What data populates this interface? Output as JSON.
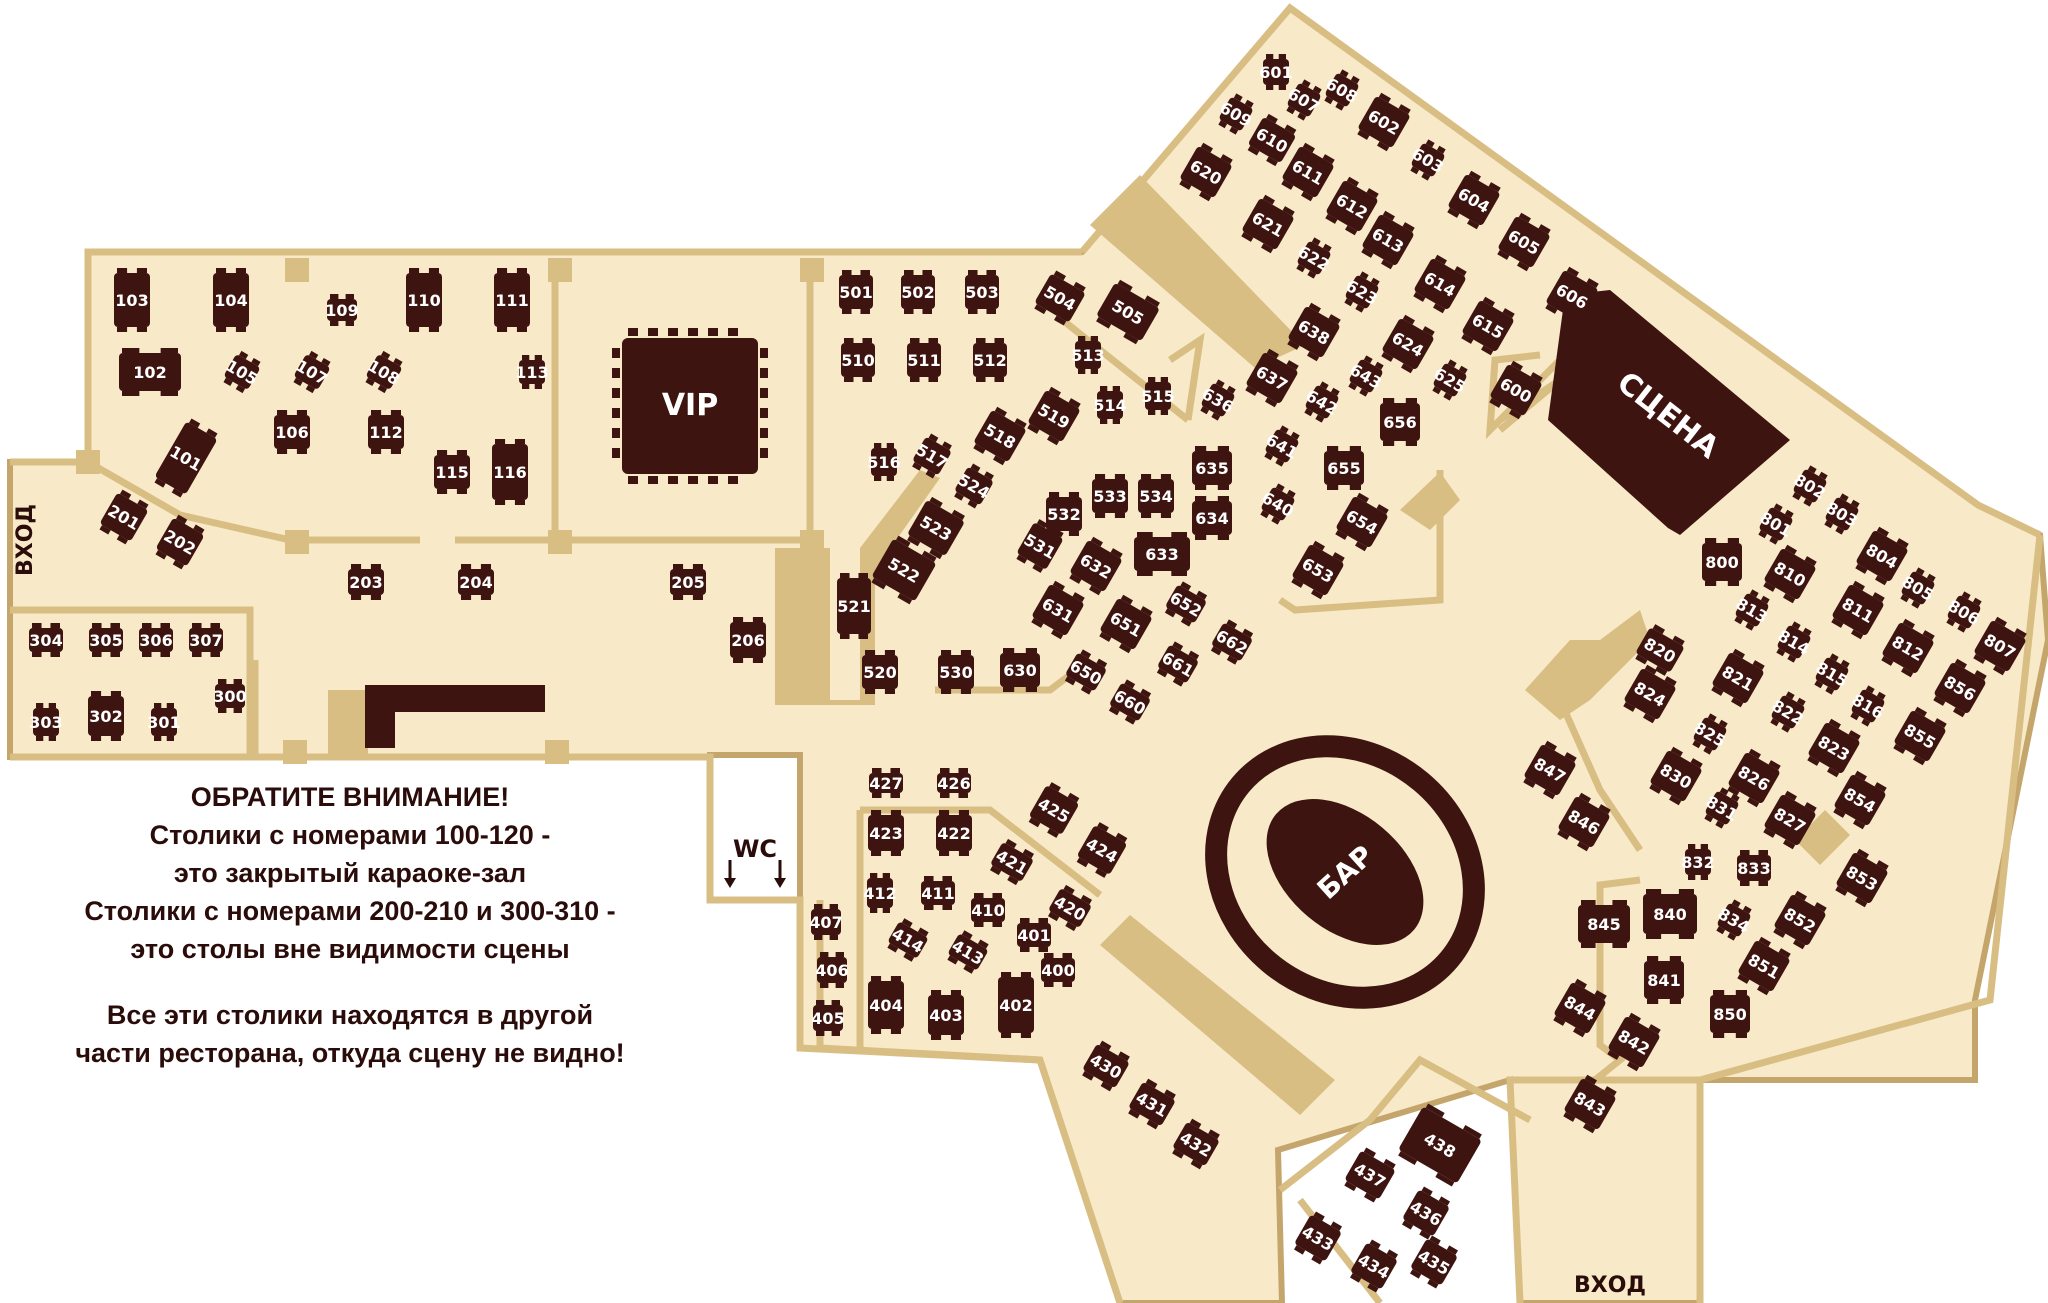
{
  "colors": {
    "floor": "#f8e9c8",
    "wall": "#d9be84",
    "wall_edge": "#c4a66c",
    "table": "#3d1410",
    "text_dark": "#2a0c0a",
    "text_light": "#ffffff"
  },
  "labels": {
    "vip": "VIP",
    "stage": "СЦЕНА",
    "bar": "БАР",
    "wc": "WC",
    "entrance_left": "ВХОД",
    "entrance_bottom": "ВХОД"
  },
  "notice": {
    "line1": "ОБРАТИТЕ ВНИМАНИЕ!",
    "line2": "Столики  с номерами 100-120 -",
    "line3": "это закрытый караоке-зал",
    "line4": "Столики с номерами 200-210 и 300-310 -",
    "line5": "это столы вне видимости сцены",
    "line6": "Все эти столики находятся в другой",
    "line7": "части ресторана, откуда сцену не видно!"
  },
  "tables": {
    "karaoke": [
      "103",
      "104",
      "109",
      "110",
      "111",
      "102",
      "105",
      "107",
      "108",
      "113",
      "106",
      "112",
      "101",
      "115",
      "116"
    ],
    "outside_view_200": [
      "201",
      "202",
      "203",
      "204",
      "205",
      "206"
    ],
    "outside_view_300": [
      "304",
      "305",
      "306",
      "307",
      "300",
      "303",
      "302",
      "301"
    ],
    "hall_400": [
      "427",
      "426",
      "425",
      "424",
      "423",
      "422",
      "421",
      "420",
      "412",
      "411",
      "410",
      "401",
      "407",
      "414",
      "413",
      "400",
      "406",
      "404",
      "403",
      "402",
      "405",
      "430",
      "431",
      "432",
      "438",
      "437",
      "436",
      "433",
      "434",
      "435"
    ],
    "hall_500": [
      "501",
      "502",
      "503",
      "504",
      "505",
      "510",
      "511",
      "512",
      "513",
      "514",
      "515",
      "516",
      "517",
      "518",
      "519",
      "524",
      "523",
      "522",
      "521",
      "520",
      "530",
      "531",
      "532",
      "533",
      "534"
    ],
    "hall_600": [
      "601",
      "607",
      "608",
      "609",
      "610",
      "602",
      "603",
      "620",
      "611",
      "612",
      "604",
      "605",
      "621",
      "613",
      "622",
      "614",
      "606",
      "623",
      "638",
      "624",
      "615",
      "637",
      "643",
      "625",
      "600",
      "636",
      "642",
      "656",
      "641",
      "635",
      "655",
      "640",
      "634",
      "654",
      "633",
      "632",
      "653",
      "631",
      "651",
      "652",
      "662",
      "661",
      "650",
      "660",
      "630"
    ],
    "hall_800": [
      "802",
      "803",
      "801",
      "800",
      "810",
      "804",
      "805",
      "813",
      "811",
      "806",
      "820",
      "814",
      "812",
      "807",
      "821",
      "815",
      "856",
      "824",
      "822",
      "816",
      "825",
      "823",
      "855",
      "847",
      "830",
      "826",
      "854",
      "831",
      "827",
      "846",
      "832",
      "833",
      "853",
      "840",
      "834",
      "852",
      "845",
      "841",
      "851",
      "844",
      "850",
      "842",
      "843"
    ]
  }
}
